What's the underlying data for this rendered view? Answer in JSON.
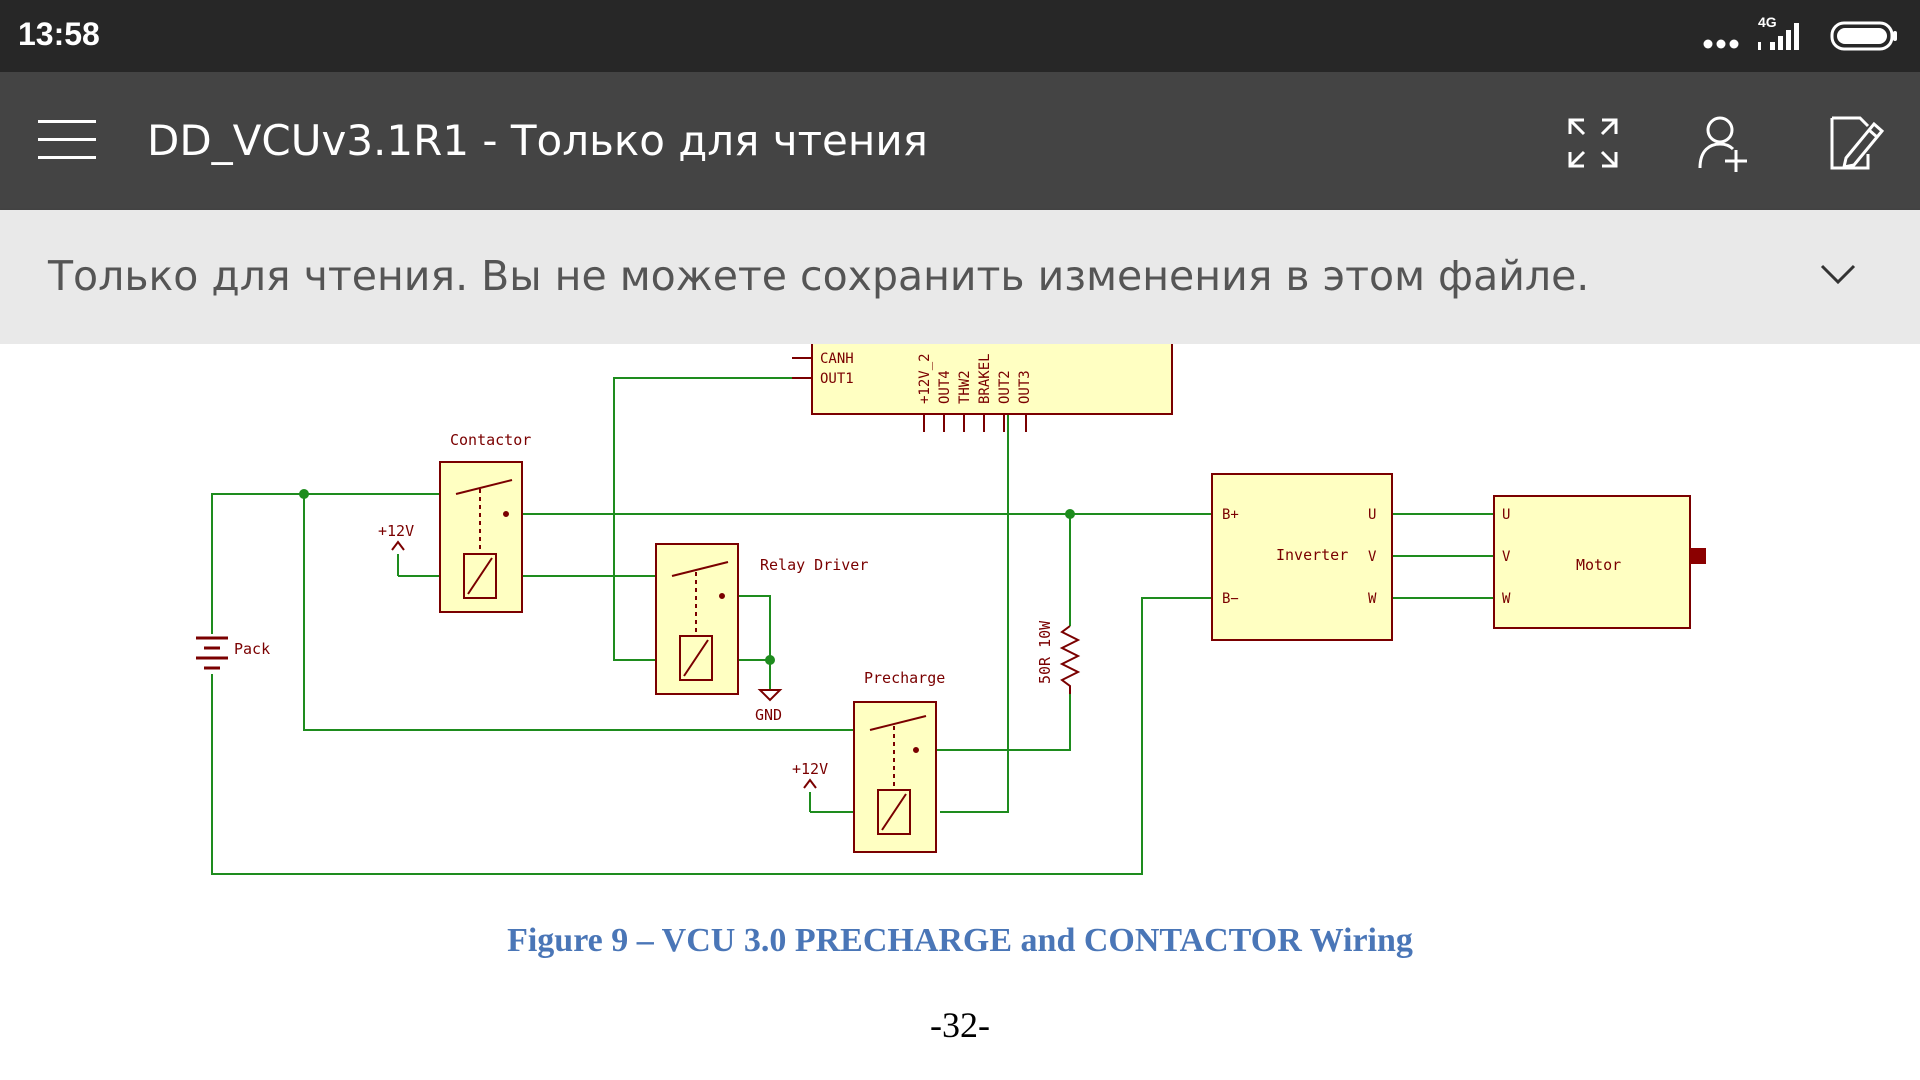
{
  "status_bar": {
    "time": "13:58",
    "network_label": "4G",
    "icons": [
      "more-dots-icon",
      "signal-icon",
      "battery-icon"
    ]
  },
  "app_bar": {
    "title": "DD_VCUv3.1R1 - Только для чтения",
    "icons": [
      "hamburger-menu-icon",
      "fullscreen-icon",
      "share-add-person-icon",
      "edit-icon"
    ]
  },
  "banner": {
    "text": "Только для чтения. Вы не можете сохранить изменения в этом файле."
  },
  "document": {
    "schematic": {
      "vcu_pins_left": [
        "CANH",
        "OUT1"
      ],
      "vcu_pins_bottom": [
        "+12V_2",
        "OUT4",
        "THW2",
        "BRAKEL",
        "OUT2",
        "OUT3"
      ],
      "contactor_label": "Contactor",
      "relay_driver_label": "Relay Driver",
      "precharge_label": "Precharge",
      "pack_label": "Pack",
      "plus12v_label_1": "+12V",
      "plus12v_label_2": "+12V",
      "gnd_label": "GND",
      "resistor_label": "50R 10W",
      "inverter_label": "Inverter",
      "inverter_pins": [
        "B+",
        "B−",
        "U",
        "V",
        "W"
      ],
      "motor_label": "Motor",
      "motor_pins": [
        "U",
        "V",
        "W"
      ],
      "colors": {
        "wire": "#1e8c1e",
        "component_fill": "#ffffc2",
        "component_border": "#7a0000",
        "junction": "#1e8c1e"
      }
    },
    "caption": "Figure 9 – VCU 3.0 PRECHARGE and CONTACTOR Wiring",
    "page_number": "-32-"
  }
}
